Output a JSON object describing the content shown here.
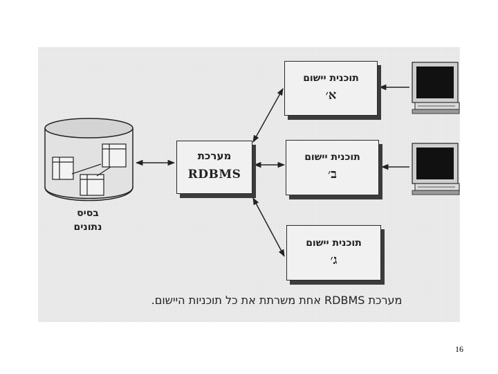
{
  "database": {
    "line1": "בסיס",
    "line2": "נתונים"
  },
  "rdbms": {
    "line1": "מערכת",
    "line2": "RDBMS"
  },
  "apps": [
    {
      "line1": "תוכנית יישום",
      "line2": "א׳"
    },
    {
      "line1": "תוכנית יישום",
      "line2": "ב׳"
    },
    {
      "line1": "תוכנית יישום",
      "line2": "ג׳"
    }
  ],
  "caption": "מערכת RDBMS אחת משרתת את כל תוכניות היישום.",
  "page_number": "16"
}
